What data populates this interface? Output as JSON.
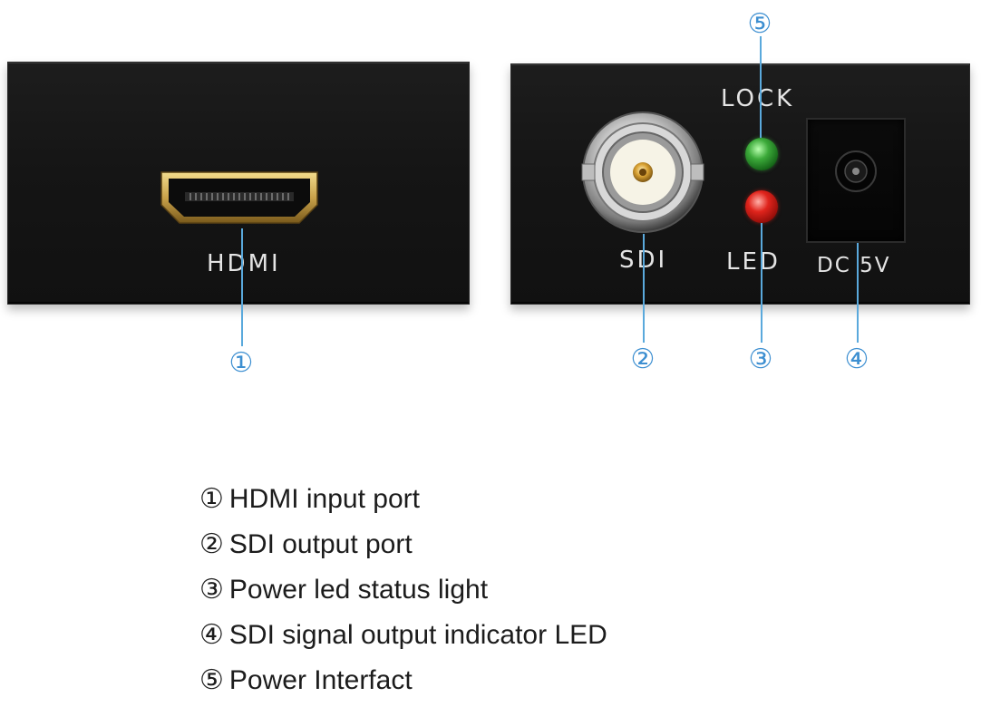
{
  "device": {
    "left_panel": {
      "port_label": "HDMI"
    },
    "right_panel": {
      "sdi_label": "SDI",
      "lock_label": "LOCK",
      "led_label": "LED",
      "dc_label": "DC 5V"
    },
    "colors": {
      "body": "#141414",
      "callout": "#3d8fd1",
      "led_green": "#3caa3a",
      "led_red": "#e0241c",
      "gold": "#c9a24a"
    }
  },
  "callouts": [
    "①",
    "②",
    "③",
    "④",
    "⑤"
  ],
  "legend": [
    {
      "num": "①",
      "text": "HDMI input port"
    },
    {
      "num": "②",
      "text": "SDI output port"
    },
    {
      "num": "③",
      "text": "Power led status light"
    },
    {
      "num": "④",
      "text": "SDI signal output indicator LED"
    },
    {
      "num": "⑤",
      "text": "Power Interfact"
    }
  ]
}
